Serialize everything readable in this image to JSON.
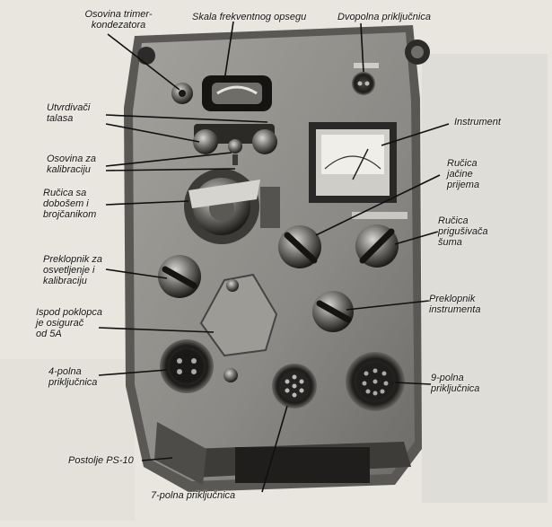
{
  "labels": {
    "trimmer_axis": "Osovina trimer-\nkondezatora",
    "frequency_scale": "Skala frekventnog opsegu",
    "two_pole_socket": "Dvopolna priključnica",
    "wave_lock": "Utvrdivači\ntalasa",
    "instrument": "Instrument",
    "calibration_axis": "Osovina za\nkalibraciju",
    "reception_knob": "Ručica\njačine\nprijema",
    "drum_knob": "Ručica sa\ndobošem i\nbrojčanikom",
    "noise_knob": "Ručica\nprigušivača\nšuma",
    "light_switch": "Preklopnik za\nosvetljenje i\nkalibraciju",
    "instrument_switch": "Preklopnik\ninstrumenta",
    "fuse_cover": "Ispod poklopca\nje osigurač\nod 5A",
    "four_pole_socket": "4-polna\npriključnica",
    "nine_pole_socket": "9-polna\npriključnica",
    "stand": "Postolje PS-10",
    "seven_pole_socket": "7-polna priključnica"
  },
  "colors": {
    "background": "#e9e6e0",
    "panel": "#8e8c88",
    "panel_dark": "#3a3936",
    "text": "#141414"
  }
}
